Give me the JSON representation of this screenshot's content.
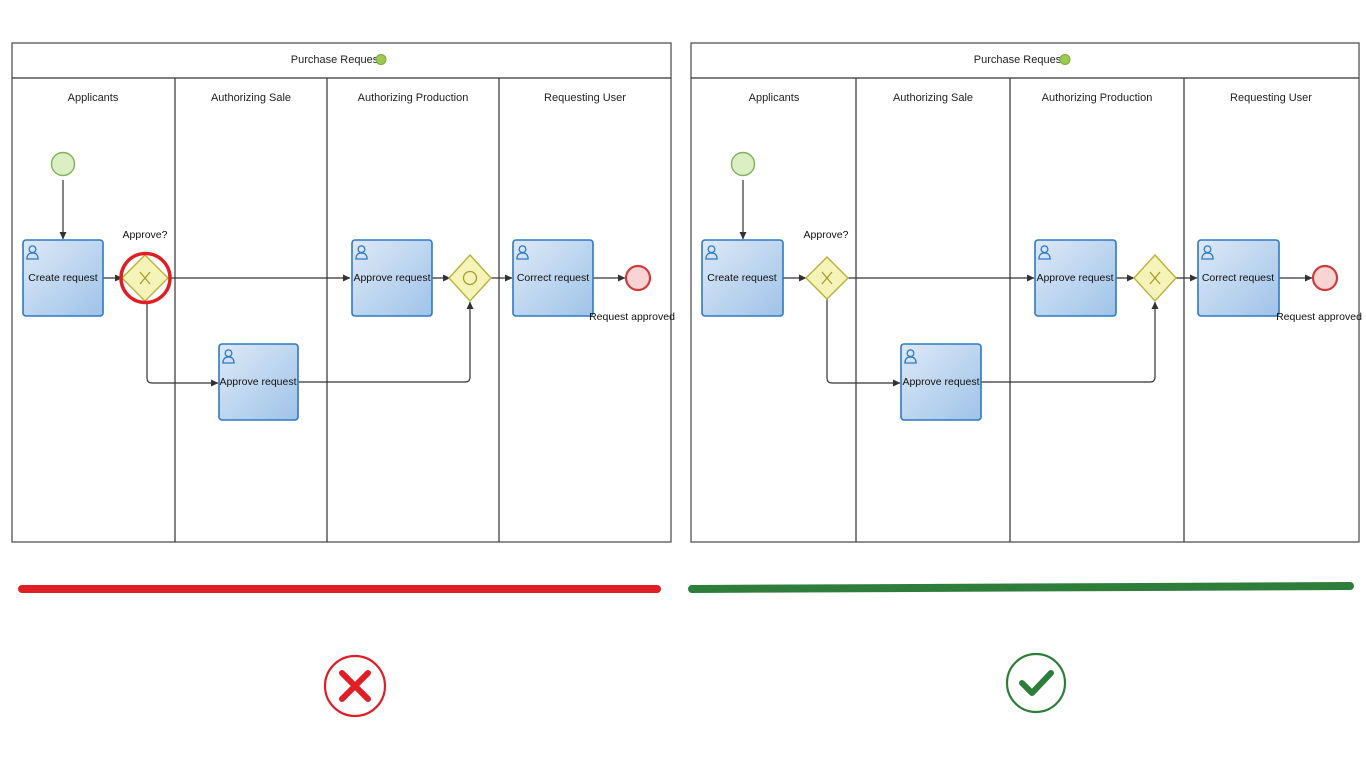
{
  "colors": {
    "wrong_accent": "#e01e24",
    "right_accent": "#2e7d3a",
    "task_border": "#2f78c4",
    "gateway_fill": "#f5f3b8",
    "start_fill": "#dcefc4",
    "end_stroke": "#cf3b3b"
  },
  "wrong": {
    "pool_title": "Purchase Request",
    "lanes": [
      "Applicants",
      "Authorizing Sale",
      "Authorizing Production",
      "Requesting User"
    ],
    "tasks": {
      "create": "Create request",
      "approve_sale": "Approve request",
      "approve_prod": "Approve request",
      "correct": "Correct request"
    },
    "gateway_label": "Approve?",
    "end_label": "Request approved",
    "merge_gateway_type": "inclusive",
    "verdict_icon": "cross-icon",
    "highlight": "split-gateway-circled-in-red"
  },
  "right": {
    "pool_title": "Purchase Request",
    "lanes": [
      "Applicants",
      "Authorizing Sale",
      "Authorizing Production",
      "Requesting User"
    ],
    "tasks": {
      "create": "Create request",
      "approve_sale": "Approve request",
      "approve_prod": "Approve request",
      "correct": "Correct request"
    },
    "gateway_label": "Approve?",
    "end_label": "Request approved",
    "merge_gateway_type": "exclusive",
    "verdict_icon": "checkmark-icon"
  }
}
